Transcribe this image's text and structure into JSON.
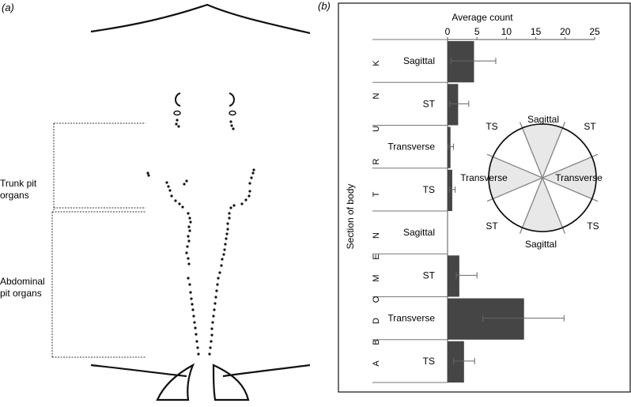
{
  "panel_a": {
    "label": "(a)",
    "trunk_label_line1": "Trunk pit",
    "trunk_label_line2": "organs",
    "abdominal_label_line1": "Abdominal",
    "abdominal_label_line2": "pit organs"
  },
  "chart_data": {
    "type": "bar",
    "orientation": "horizontal",
    "panel_label": "(b)",
    "xlabel": "Average count",
    "ylabel": "Section of body",
    "xlim": [
      0,
      25
    ],
    "xticks": [
      0,
      5,
      10,
      15,
      20,
      25
    ],
    "grid": false,
    "colors": {
      "bar": "#454545",
      "wedge_fill": "#e8e8e8"
    },
    "groups": [
      {
        "name": "TRUNK",
        "letters": [
          "K",
          "N",
          "U",
          "R",
          "T"
        ]
      },
      {
        "name": "ABDOMEN",
        "letters": [
          "N",
          "E",
          "M",
          "O",
          "D",
          "B",
          "A"
        ]
      }
    ],
    "categories": [
      "Sagittal",
      "ST",
      "Transverse",
      "TS",
      "Sagittal",
      "ST",
      "Transverse",
      "TS"
    ],
    "values": [
      4.5,
      1.8,
      0.5,
      0.8,
      0,
      2.0,
      13.0,
      2.8
    ],
    "error_low": [
      0.6,
      0.4,
      0.1,
      0.3,
      0,
      1.5,
      6.0,
      1.0
    ],
    "error_high": [
      8.2,
      3.6,
      1.0,
      1.3,
      0,
      5.0,
      19.8,
      4.6
    ],
    "inset": {
      "labels": [
        "Sagittal",
        "ST",
        "Transverse",
        "TS",
        "Sagittal",
        "ST",
        "Transverse",
        "TS"
      ]
    }
  }
}
